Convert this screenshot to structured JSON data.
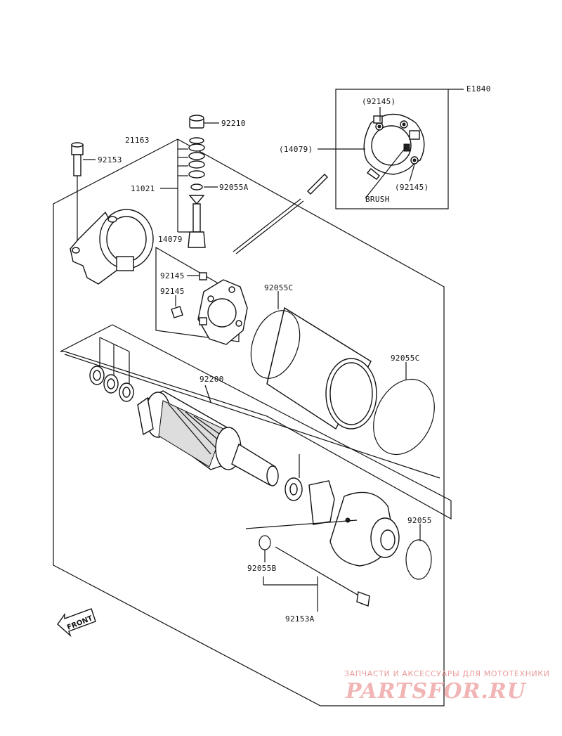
{
  "diagram_code": "E1840",
  "labels": {
    "p92210": "92210",
    "p21163": "21163",
    "p92153": "92153",
    "p11021": "11021",
    "p92055A": "92055A",
    "p14079": "14079",
    "p92145a": "92145",
    "p92145b": "92145",
    "p92055C_top": "92055C",
    "p92200": "92200",
    "p92055C_right": "92055C",
    "p92055": "92055",
    "p92055B": "92055B",
    "p92153A": "92153A",
    "inset_14079": "(14079)",
    "inset_92145_top": "(92145)",
    "inset_92145_bottom": "(92145)",
    "inset_brush": "BRUSH"
  },
  "front_arrow": "FRONT",
  "watermark": {
    "tagline": "ЗАПЧАСТИ И АКСЕССУАРЫ ДЛЯ МОТОТЕХНИКИ",
    "logo": "PARTSFOR.RU"
  },
  "colors": {
    "line": "#111111",
    "watermark": "#f1b5b5"
  }
}
